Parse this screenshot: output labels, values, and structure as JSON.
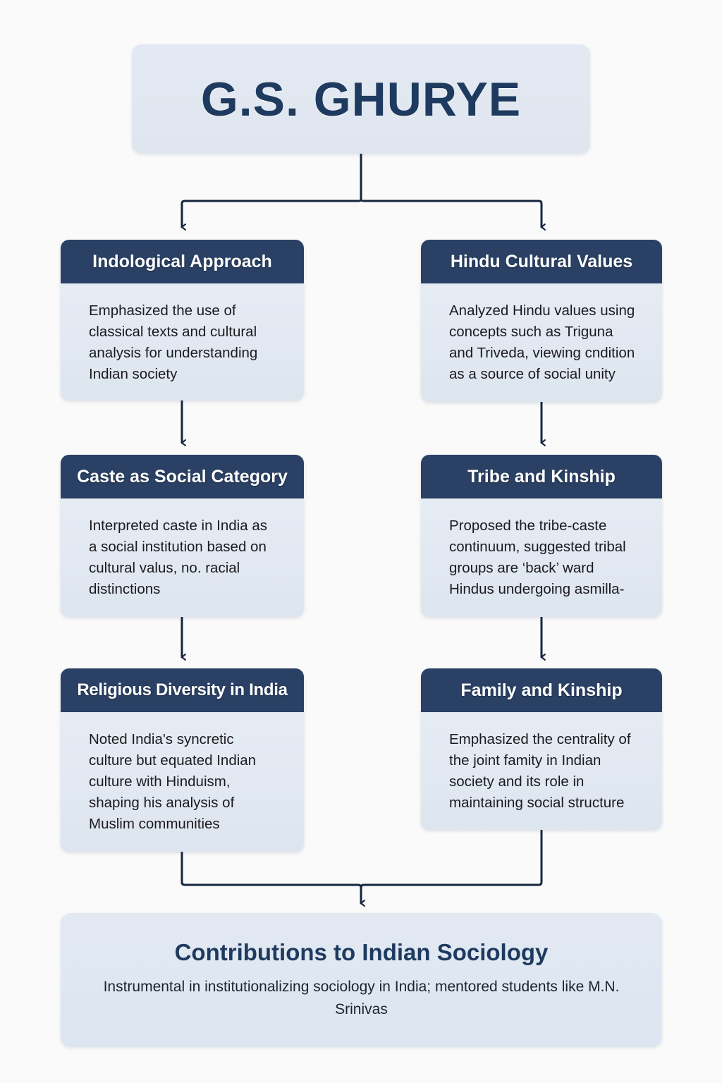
{
  "diagram": {
    "type": "flowchart",
    "title": "G.S. GHURYE",
    "accent_dark": "#2a4165",
    "accent_navy_text": "#1e3a5f",
    "box_body_color": "#e3eaf3",
    "background": "#fafafa",
    "connector_color": "#16263f"
  },
  "title_box": {
    "label": "G.S. GHURYE"
  },
  "columns": {
    "left": [
      {
        "header": "Indological Approach",
        "body": "Emphasized the use of classical texts and cultural analysis for understanding Indian society"
      },
      {
        "header": "Caste as Social Category",
        "body": "Interpreted caste in India as a social institution based on cultural valus, no. racial distinctions"
      },
      {
        "header": "Religious Diversity in India",
        "body": "Noted India's syncretic culture but equated Indian culture with Hinduism, shaping his analysis of Muslim communities"
      }
    ],
    "right": [
      {
        "header": "Hindu Cultural Values",
        "body": "Analyzed Hindu values using concepts such as Triguna and Triveda, viewing cndition as a source of social unity"
      },
      {
        "header": "Tribe and Kinship",
        "body": "Proposed the tribe-caste continuum, suggested tribal groups are ‘back’ ward Hindus undergoing asmilla-"
      },
      {
        "header": "Family and Kinship",
        "body": "Emphasized the centrality of the joint famity in Indian society and its role in maintaining social structure"
      }
    ]
  },
  "conclusion": {
    "title": "Contributions to Indian Sociology",
    "subtitle": "Instrumental in institutionalizing sociology in India; mentored students like M.N. Srinivas"
  }
}
